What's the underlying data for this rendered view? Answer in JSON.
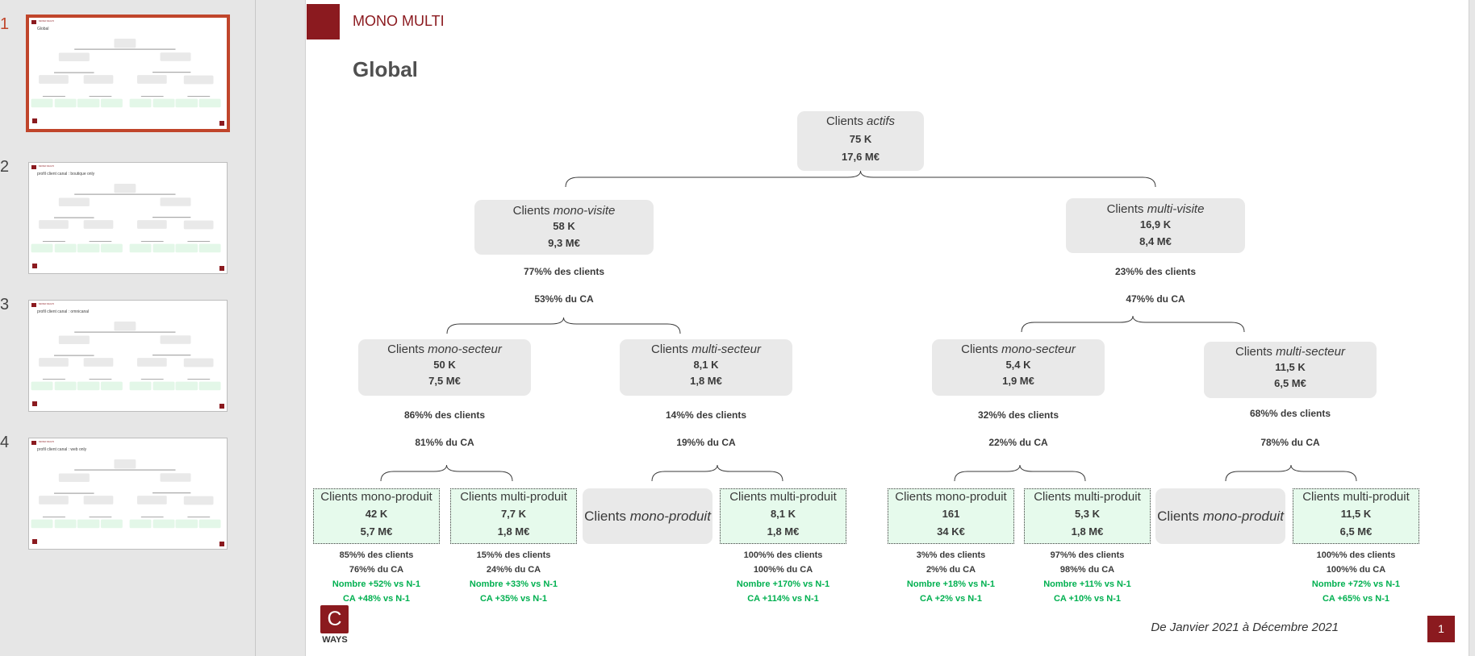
{
  "thumbnails": [
    {
      "number": "1",
      "title": "MONO MULTI",
      "subtitle": "Global",
      "selected": true
    },
    {
      "number": "2",
      "title": "MONO MULTI",
      "subtitle": "profil client canal : boutique only",
      "selected": false
    },
    {
      "number": "3",
      "title": "MONO MULTI",
      "subtitle": "profil client canal : omnicanal",
      "selected": false
    },
    {
      "number": "4",
      "title": "MONO MULTI",
      "subtitle": "profil client canal : web only",
      "selected": false
    }
  ],
  "slide": {
    "tag": "MONO MULTI",
    "title": "Global",
    "date_range": "De Janvier 2021 à Décembre 2021",
    "page_number": "1",
    "logo_letter": "C",
    "logo_text": "WAYS",
    "root": {
      "label_plain": "Clients ",
      "label_italic": "actifs",
      "v1": "75 K",
      "v2": "17,6 M€"
    },
    "level1": [
      {
        "label_plain": "Clients ",
        "label_italic": "mono-visite",
        "v1": "58 K",
        "v2": "9,3 M€",
        "pct_clients": "77%% des clients",
        "pct_ca": "53%% du CA"
      },
      {
        "label_plain": "Clients ",
        "label_italic": "multi-visite",
        "v1": "16,9 K",
        "v2": "8,4 M€",
        "pct_clients": "23%% des clients",
        "pct_ca": "47%% du CA"
      }
    ],
    "level2": [
      {
        "label_plain": "Clients ",
        "label_italic": "mono-secteur",
        "v1": "50 K",
        "v2": "7,5 M€",
        "pct_clients": "86%% des clients",
        "pct_ca": "81%% du CA"
      },
      {
        "label_plain": "Clients ",
        "label_italic": "multi-secteur",
        "v1": "8,1 K",
        "v2": "1,8 M€",
        "pct_clients": "14%% des clients",
        "pct_ca": "19%% du CA"
      },
      {
        "label_plain": "Clients ",
        "label_italic": "mono-secteur",
        "v1": "5,4 K",
        "v2": "1,9 M€",
        "pct_clients": "32%% des clients",
        "pct_ca": "22%% du CA"
      },
      {
        "label_plain": "Clients ",
        "label_italic": "multi-secteur",
        "v1": "11,5 K",
        "v2": "6,5 M€",
        "pct_clients": "68%% des clients",
        "pct_ca": "78%% du CA"
      }
    ],
    "leaves": [
      {
        "label_plain": "Clients mono-produit",
        "label_italic": "",
        "v1": "42 K",
        "v2": "5,7 M€",
        "green": true,
        "info": [
          "85%% des clients",
          "76%% du CA",
          "Nombre +52% vs N-1",
          "CA +48% vs N-1"
        ]
      },
      {
        "label_plain": "Clients multi-produit",
        "label_italic": "",
        "v1": "7,7 K",
        "v2": "1,8 M€",
        "green": true,
        "info": [
          "15%% des clients",
          "24%% du CA",
          "Nombre +33% vs N-1",
          "CA +35% vs N-1"
        ]
      },
      {
        "label_plain": "Clients ",
        "label_italic": "mono-produit",
        "v1": "",
        "v2": "",
        "green": false,
        "info": []
      },
      {
        "label_plain": "Clients multi-produit",
        "label_italic": "",
        "v1": "8,1 K",
        "v2": "1,8 M€",
        "green": true,
        "info": [
          "100%% des clients",
          "100%% du CA",
          "Nombre +170% vs N-1",
          "CA +114% vs N-1"
        ]
      },
      {
        "label_plain": "Clients mono-produit",
        "label_italic": "",
        "v1": "161",
        "v2": "34 K€",
        "green": true,
        "info": [
          "3%% des clients",
          "2%% du CA",
          "Nombre +18% vs N-1",
          "CA +2% vs N-1"
        ]
      },
      {
        "label_plain": "Clients multi-produit",
        "label_italic": "",
        "v1": "5,3 K",
        "v2": "1,8 M€",
        "green": true,
        "info": [
          "97%% des clients",
          "98%% du CA",
          "Nombre +11% vs N-1",
          "CA +10% vs N-1"
        ]
      },
      {
        "label_plain": "Clients ",
        "label_italic": "mono-produit",
        "v1": "",
        "v2": "",
        "green": false,
        "info": []
      },
      {
        "label_plain": "Clients multi-produit",
        "label_italic": "",
        "v1": "11,5 K",
        "v2": "6,5 M€",
        "green": true,
        "info": [
          "100%% des clients",
          "100%% du CA",
          "Nombre +72% vs N-1",
          "CA +65% vs N-1"
        ]
      }
    ]
  },
  "colors": {
    "brand": "#8b1a1f",
    "accent_selected": "#c0452b",
    "positive": "#00b050",
    "leaf_green_bg": "#e6faec",
    "node_bg": "#e9e9e9"
  }
}
